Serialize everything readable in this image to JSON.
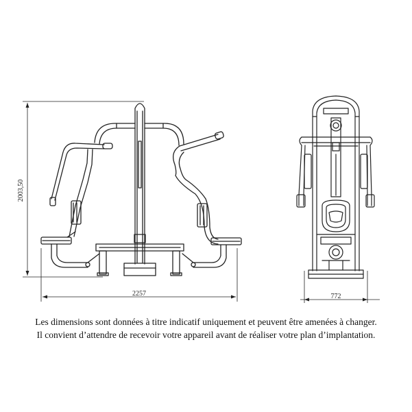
{
  "dimensions": {
    "height": "2003,50",
    "front_width": "2257",
    "side_width": "772"
  },
  "caption": {
    "line1": "Les dimensions sont données à titre indicatif uniquement et peuvent être amenées à changer.",
    "line2": "Il convient d’attendre de recevoir votre appareil avant de réaliser votre plan d’implantation."
  },
  "colors": {
    "line": "#222222",
    "background": "#ffffff"
  }
}
